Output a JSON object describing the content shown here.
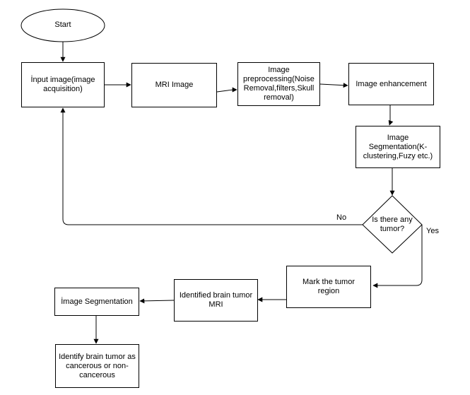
{
  "diagram": {
    "start": "Start",
    "nodes": {
      "input_image": "İnput image(image acquisition)",
      "mri_image": "MRI Image",
      "preprocessing": "Image preprocessing(Noise Removal,filters,Skull removal)",
      "enhancement": "Image enhancement",
      "segmentation_k": "Image Segmentation(K-clustering,Fuzy etc.)",
      "decision": "Is there any tumor?",
      "mark_tumor": "Mark the tumor region",
      "identified_mri": "Identified brain tumor MRI",
      "image_segmentation": "İmage Segmentation",
      "classify": "Identify brain tumor as cancerous or non-cancerous"
    },
    "edge_labels": {
      "no": "No",
      "yes": "Yes"
    }
  }
}
